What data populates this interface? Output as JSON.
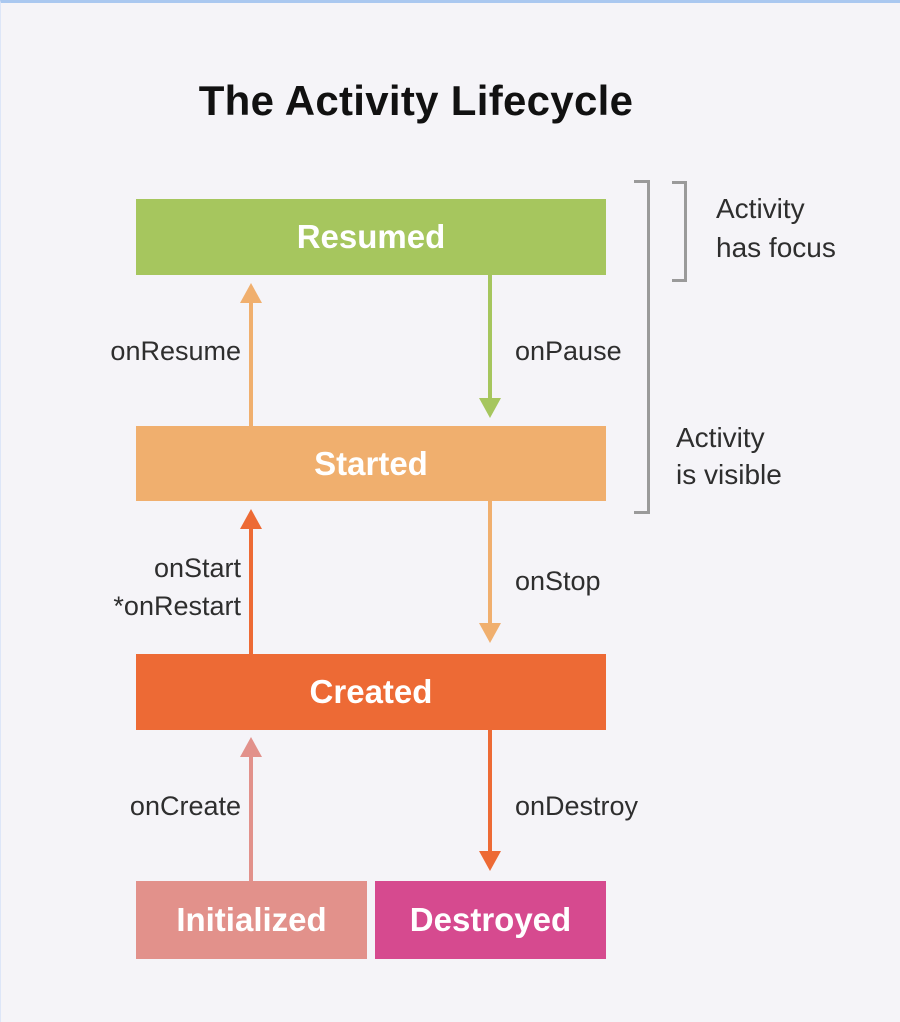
{
  "title": "The Activity Lifecycle",
  "colors": {
    "background": "#f5f4f8",
    "top-border": "#aac8f0",
    "side-border": "#dde6f8",
    "title": "#111111",
    "box-text": "#ffffff",
    "label": "#2e2e2e",
    "bracket": "#9a9a9a",
    "resumed": "#a6c65e",
    "started": "#f0af6e",
    "created": "#ed6a35",
    "initialized": "#e2918b",
    "destroyed": "#d64a8f"
  },
  "states": {
    "resumed": "Resumed",
    "started": "Started",
    "created": "Created",
    "initialized": "Initialized",
    "destroyed": "Destroyed"
  },
  "transitions": {
    "onResume": "onResume",
    "onPause": "onPause",
    "onStart": "onStart",
    "onRestart": "*onRestart",
    "onStop": "onStop",
    "onCreate": "onCreate",
    "onDestroy": "onDestroy"
  },
  "annotations": {
    "has_focus_line1": "Activity",
    "has_focus_line2": "has focus",
    "visible_line1": "Activity",
    "visible_line2": "is visible"
  }
}
